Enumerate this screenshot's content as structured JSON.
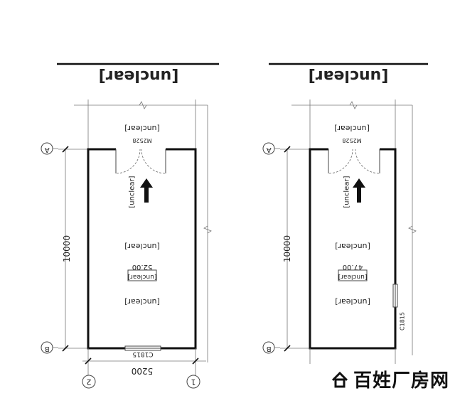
{
  "plans": [
    {
      "title": "[unclear]",
      "road_label": "[unclear]",
      "door_code": "M2528",
      "entrance_label": "[unclear]",
      "height_label": "[unclear]",
      "area_value": "52.00",
      "area_label": "[unclear]",
      "room_name": "[unclear]",
      "window_code": "C1815",
      "dim_height": "10000",
      "dim_width": "5200",
      "axis_top": "A",
      "axis_bottom": "B",
      "axis_left": "1",
      "axis_right": "2"
    },
    {
      "title": "[unclear]",
      "road_label": "[unclear]",
      "door_code": "M2528",
      "entrance_label": "[unclear]",
      "height_label": "[unclear]",
      "area_value": "47.00",
      "area_label": "[unclear]",
      "room_name": "[unclear]",
      "window_code": "C1815",
      "dim_height": "10000",
      "axis_top": "A",
      "axis_bottom": "B"
    }
  ],
  "watermark": {
    "text": "百姓厂房网",
    "icon": "house-logo-icon"
  }
}
